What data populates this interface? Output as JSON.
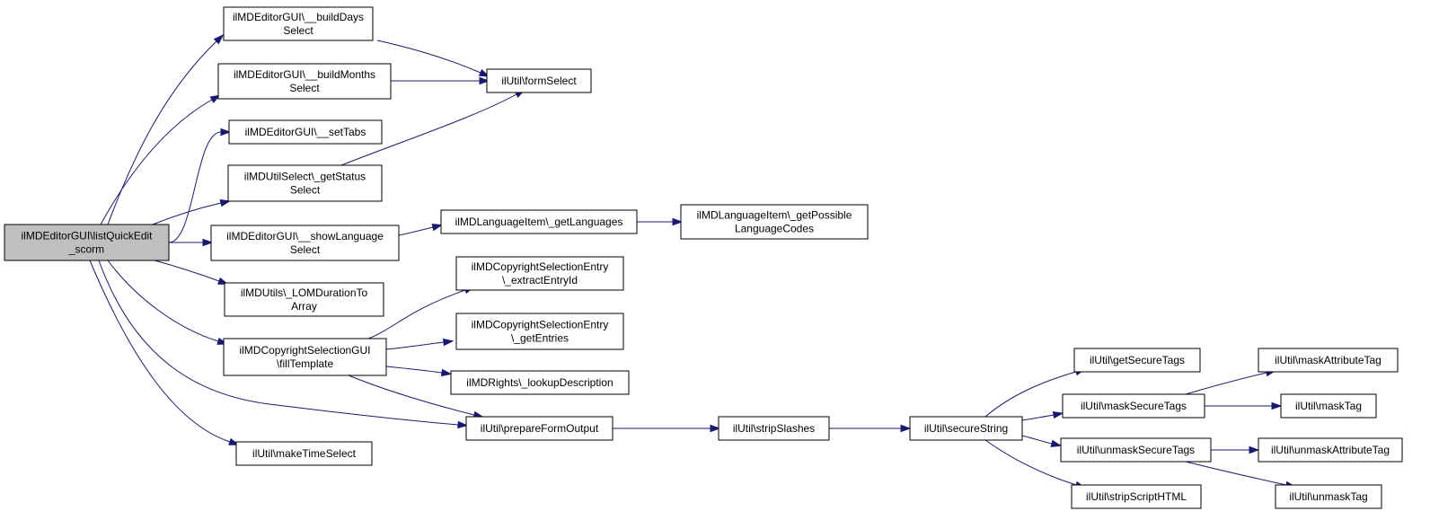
{
  "diagram": {
    "type": "call-graph",
    "root": "n0",
    "nodes": [
      {
        "id": "n0",
        "lines": [
          "ilMDEditorGUI\\listQuickEdit",
          "_scorm"
        ],
        "root": true
      },
      {
        "id": "n1",
        "lines": [
          "ilMDEditorGUI\\__buildDays",
          "Select"
        ]
      },
      {
        "id": "n2",
        "lines": [
          "ilMDEditorGUI\\__buildMonths",
          "Select"
        ]
      },
      {
        "id": "n3",
        "lines": [
          "ilMDEditorGUI\\__setTabs"
        ]
      },
      {
        "id": "n4",
        "lines": [
          "ilMDUtilSelect\\_getStatus",
          "Select"
        ]
      },
      {
        "id": "n5",
        "lines": [
          "ilMDEditorGUI\\__showLanguage",
          "Select"
        ]
      },
      {
        "id": "n6",
        "lines": [
          "ilMDUtils\\_LOMDurationTo",
          "Array"
        ]
      },
      {
        "id": "n7",
        "lines": [
          "ilMDCopyrightSelectionGUI",
          "\\fillTemplate"
        ]
      },
      {
        "id": "n8",
        "lines": [
          "ilUtil\\makeTimeSelect"
        ]
      },
      {
        "id": "n9",
        "lines": [
          "ilUtil\\formSelect"
        ]
      },
      {
        "id": "n10",
        "lines": [
          "ilMDLanguageItem\\_getLanguages"
        ]
      },
      {
        "id": "n11",
        "lines": [
          "ilMDLanguageItem\\_getPossible",
          "LanguageCodes"
        ]
      },
      {
        "id": "n12",
        "lines": [
          "ilMDCopyrightSelectionEntry",
          "\\_extractEntryId"
        ]
      },
      {
        "id": "n13",
        "lines": [
          "ilMDCopyrightSelectionEntry",
          "\\_getEntries"
        ]
      },
      {
        "id": "n14",
        "lines": [
          "ilMDRights\\_lookupDescription"
        ]
      },
      {
        "id": "n15",
        "lines": [
          "ilUtil\\prepareFormOutput"
        ]
      },
      {
        "id": "n16",
        "lines": [
          "ilUtil\\stripSlashes"
        ]
      },
      {
        "id": "n17",
        "lines": [
          "ilUtil\\secureString"
        ]
      },
      {
        "id": "n18",
        "lines": [
          "ilUtil\\getSecureTags"
        ]
      },
      {
        "id": "n19",
        "lines": [
          "ilUtil\\maskSecureTags"
        ]
      },
      {
        "id": "n20",
        "lines": [
          "ilUtil\\unmaskSecureTags"
        ]
      },
      {
        "id": "n21",
        "lines": [
          "ilUtil\\stripScriptHTML"
        ]
      },
      {
        "id": "n22",
        "lines": [
          "ilUtil\\maskAttributeTag"
        ]
      },
      {
        "id": "n23",
        "lines": [
          "ilUtil\\maskTag"
        ]
      },
      {
        "id": "n24",
        "lines": [
          "ilUtil\\unmaskAttributeTag"
        ]
      },
      {
        "id": "n25",
        "lines": [
          "ilUtil\\unmaskTag"
        ]
      }
    ],
    "edges": [
      [
        "n0",
        "n1"
      ],
      [
        "n0",
        "n2"
      ],
      [
        "n0",
        "n3"
      ],
      [
        "n0",
        "n4"
      ],
      [
        "n0",
        "n5"
      ],
      [
        "n0",
        "n6"
      ],
      [
        "n0",
        "n7"
      ],
      [
        "n0",
        "n8"
      ],
      [
        "n0",
        "n15"
      ],
      [
        "n1",
        "n9"
      ],
      [
        "n2",
        "n9"
      ],
      [
        "n4",
        "n9"
      ],
      [
        "n5",
        "n10"
      ],
      [
        "n10",
        "n11"
      ],
      [
        "n7",
        "n12"
      ],
      [
        "n7",
        "n13"
      ],
      [
        "n7",
        "n14"
      ],
      [
        "n7",
        "n15"
      ],
      [
        "n15",
        "n16"
      ],
      [
        "n16",
        "n17"
      ],
      [
        "n17",
        "n18"
      ],
      [
        "n17",
        "n19"
      ],
      [
        "n17",
        "n20"
      ],
      [
        "n17",
        "n21"
      ],
      [
        "n19",
        "n22"
      ],
      [
        "n19",
        "n23"
      ],
      [
        "n20",
        "n24"
      ],
      [
        "n20",
        "n25"
      ]
    ],
    "colors": {
      "edge": "#191970",
      "root_fill": "#bfbfbf",
      "node_fill": "#ffffff",
      "border": "#000000"
    }
  }
}
